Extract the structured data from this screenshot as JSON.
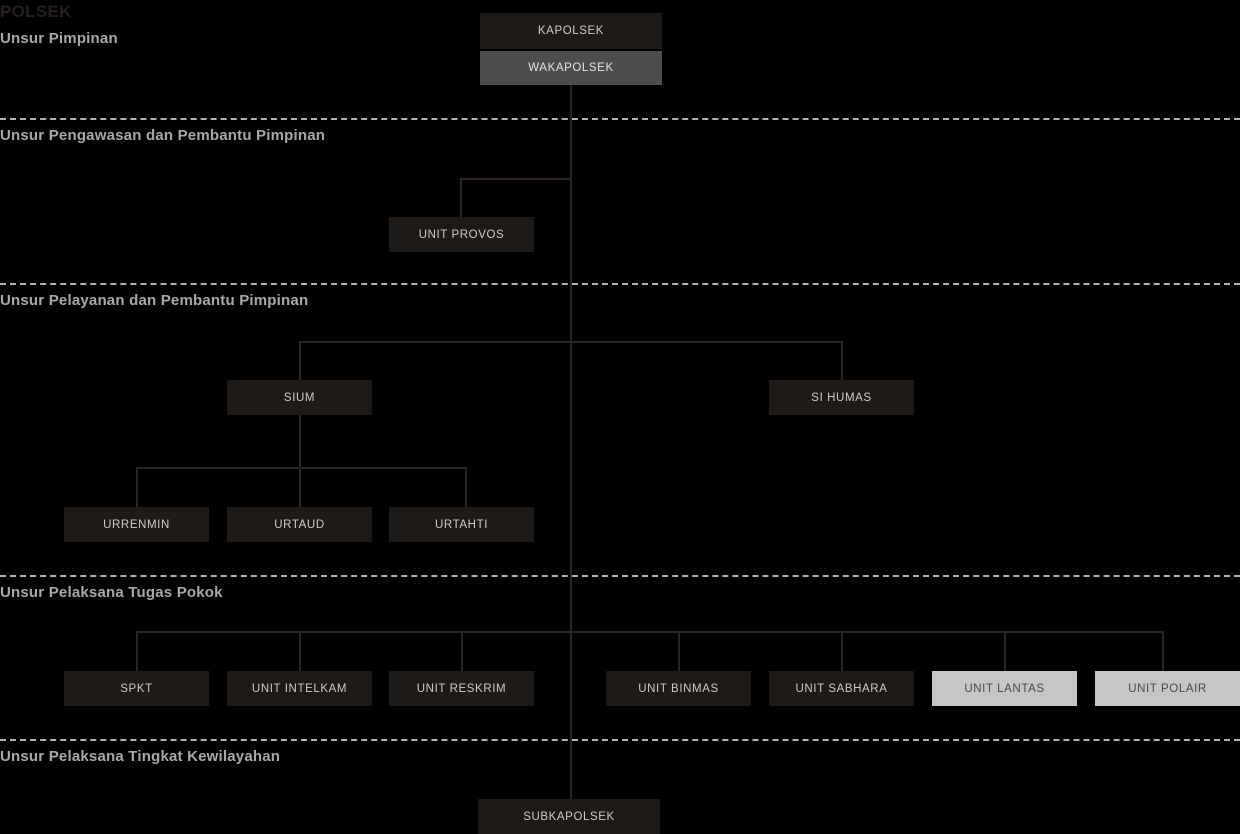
{
  "title": "POLSEK",
  "bands": [
    {
      "id": "pimpinan",
      "label": "Unsur Pimpinan"
    },
    {
      "id": "pengawasan",
      "label": "Unsur Pengawasan dan Pembantu Pimpinan"
    },
    {
      "id": "pelayanan",
      "label": "Unsur Pelayanan dan Pembantu Pimpinan"
    },
    {
      "id": "pelaksana",
      "label": "Unsur Pelaksana Tugas Pokok"
    },
    {
      "id": "kewilayahan",
      "label": "Unsur Pelaksana Tingkat Kewilayahan"
    }
  ],
  "nodes": {
    "kapolsek": {
      "label": "KAPOLSEK"
    },
    "wakapolsek": {
      "label": "WAKAPOLSEK"
    },
    "unit_provos": {
      "label": "UNIT PROVOS"
    },
    "sium": {
      "label": "SIUM"
    },
    "si_humas": {
      "label": "SI HUMAS"
    },
    "urrenmin": {
      "label": "URRENMIN"
    },
    "urtaud": {
      "label": "URTAUD"
    },
    "urtahti": {
      "label": "URTAHTI"
    },
    "spkt": {
      "label": "SPKT"
    },
    "unit_intelkam": {
      "label": "UNIT INTELKAM"
    },
    "unit_reskrim": {
      "label": "UNIT RESKRIM"
    },
    "unit_binmas": {
      "label": "UNIT BINMAS"
    },
    "unit_sabhara": {
      "label": "UNIT SABHARA"
    },
    "unit_lantas": {
      "label": "UNIT LANTAS"
    },
    "unit_polair": {
      "label": "UNIT POLAIR"
    },
    "subkapolsek": {
      "label": "SUBKAPOLSEK"
    }
  },
  "colors": {
    "background": "#000000",
    "node_dark": "#1e1a18",
    "node_mid": "#4d4d4d",
    "node_light": "#c6c6c6",
    "node_dark_text": "#cfcbca",
    "node_light_text": "#4a4a4a",
    "connector": "#2b2422",
    "divider": "#b3b3b3",
    "band_label": "#a8a8a8",
    "title": "#26211f"
  }
}
